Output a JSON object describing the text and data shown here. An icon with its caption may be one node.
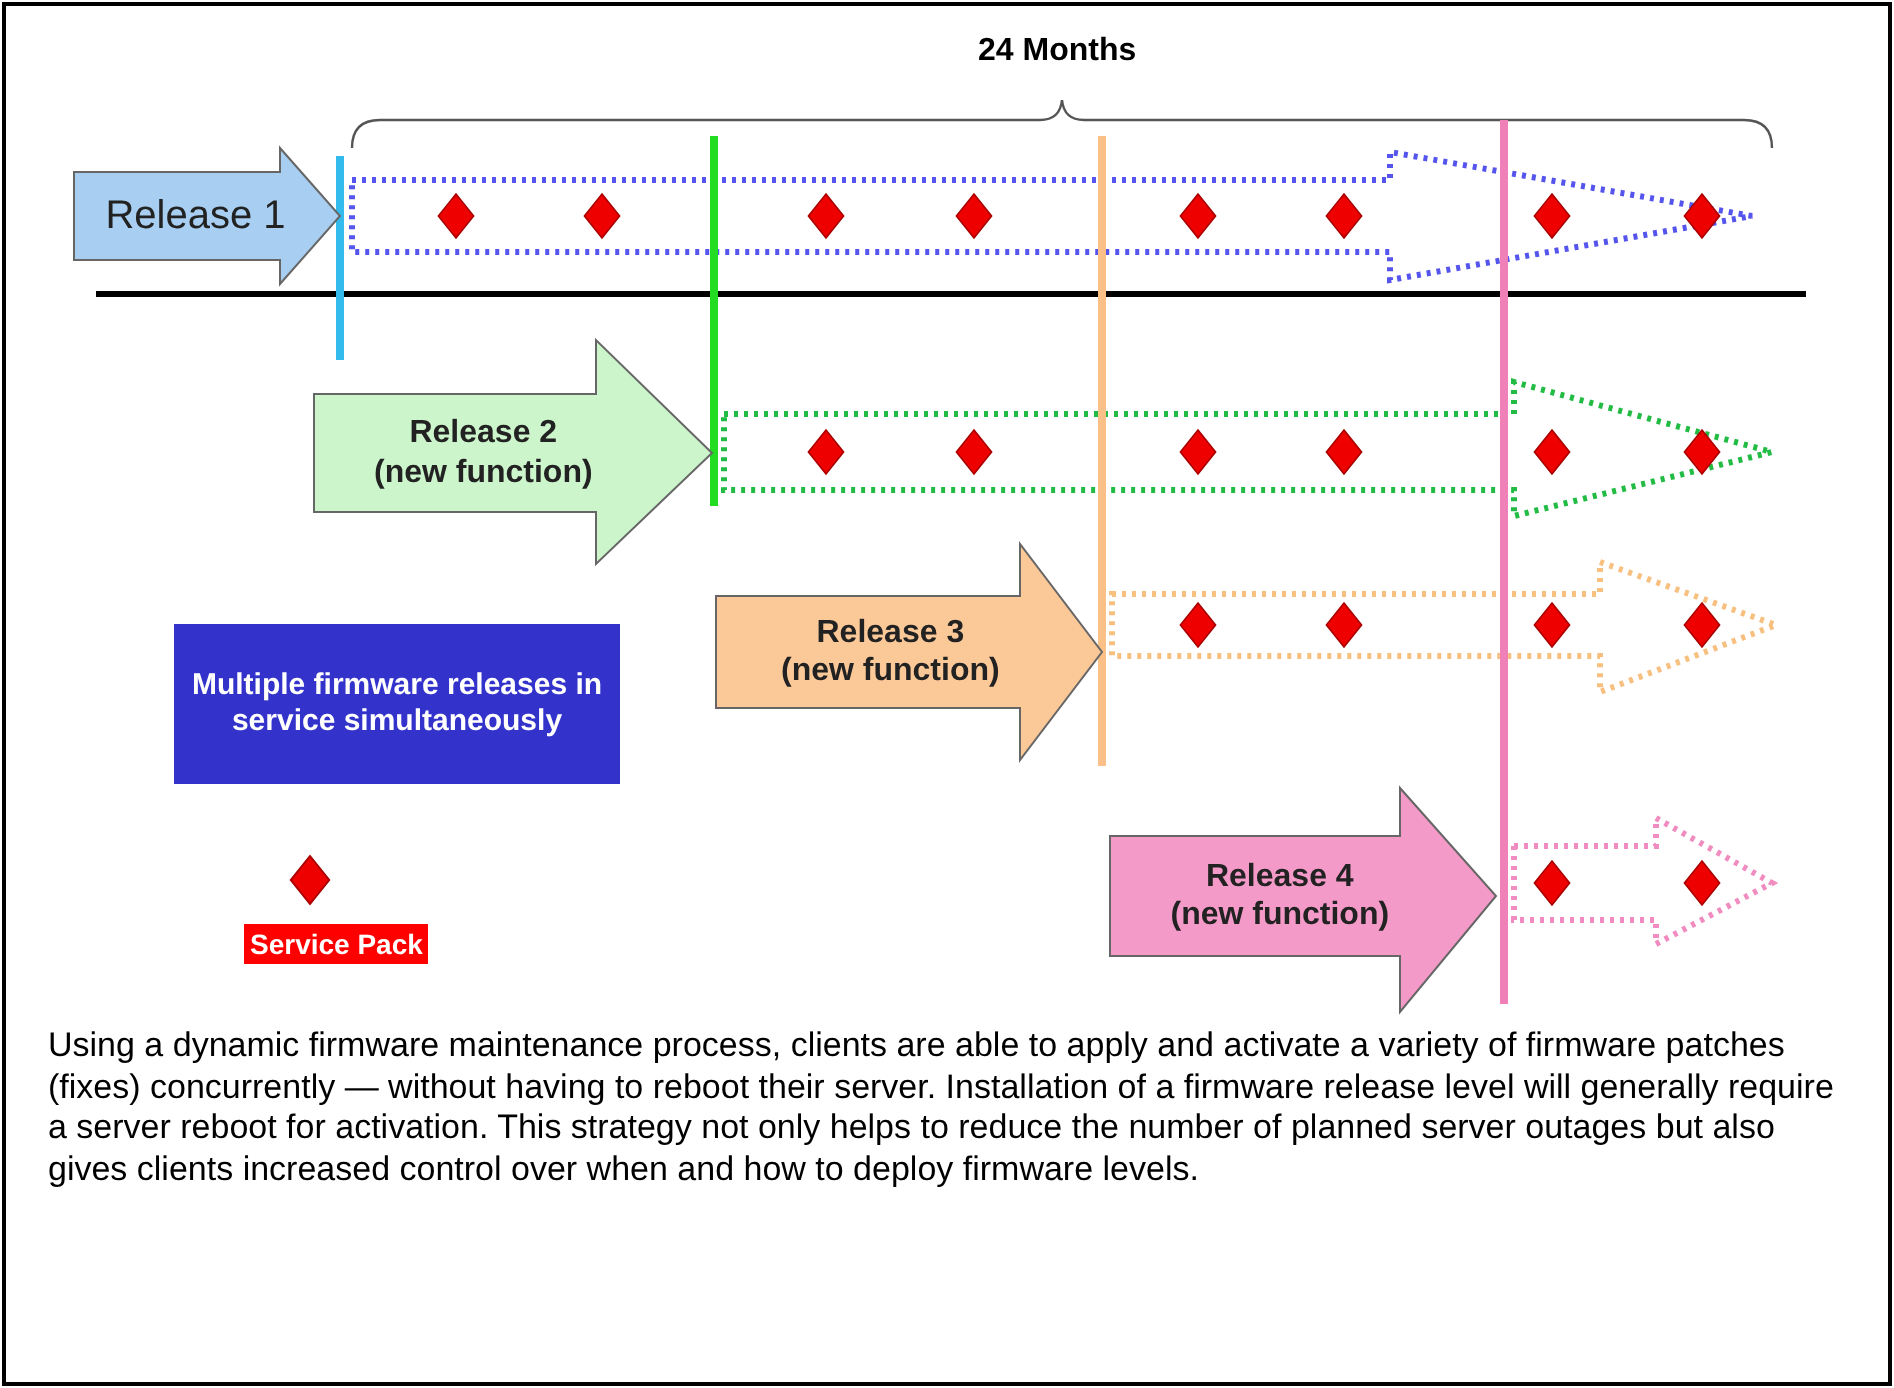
{
  "diagram": {
    "caption": "Using a dynamic firmware maintenance process, clients are able to apply and activate a variety of firmware patches (fixes) concurrently — without having to reboot their server. Installation of a firmware release level will generally require a server reboot for activation. This strategy not only helps to reduce the number of planned server outages but also gives clients increased control over when and how to deploy firmware levels.",
    "nodes": [
      {
        "text": [
          "Release 1"
        ]
      },
      {
        "text": [
          "Release 2",
          "(new function)"
        ]
      },
      {
        "text": [
          "Release 3",
          "(new function)"
        ]
      },
      {
        "text": [
          "Release 4",
          "(new function)"
        ]
      },
      {
        "text": [
          "Multiple firmware releases in service simultaneously"
        ]
      }
    ],
    "edges": [
      {
        "from": 0,
        "to": null,
        "arrow": "to",
        "style": "dashed",
        "color": "#5555ee"
      },
      {
        "from": 1,
        "to": null,
        "arrow": "to",
        "style": "dashed",
        "color": "#22bb44"
      },
      {
        "from": 2,
        "to": null,
        "arrow": "to",
        "style": "dashed",
        "color": "#f8c080"
      },
      {
        "from": 3,
        "to": null,
        "arrow": "to",
        "style": "dashed",
        "color": "#f08cc0"
      }
    ],
    "labels": [
      "24 Months"
    ],
    "legend": [
      {
        "text": "Service Pack"
      }
    ]
  }
}
